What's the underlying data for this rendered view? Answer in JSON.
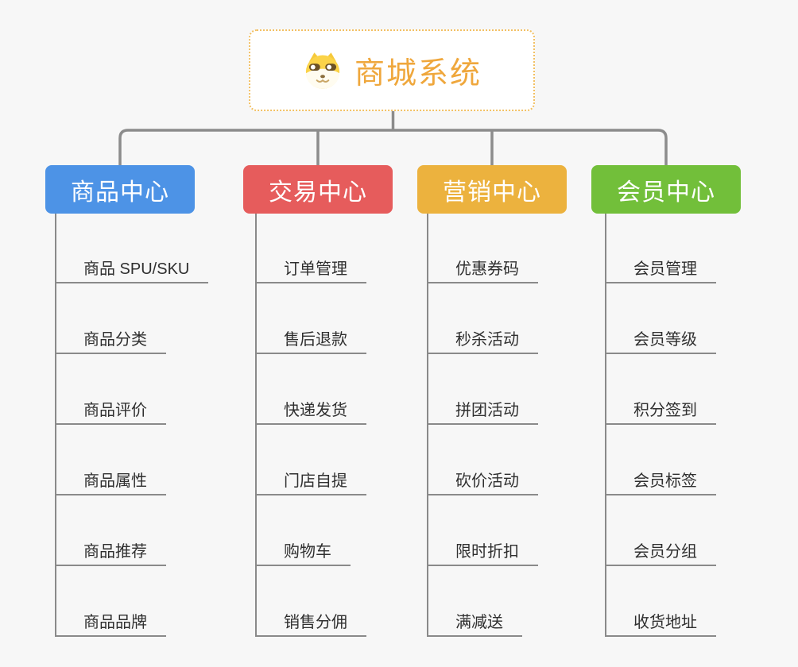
{
  "root": {
    "title": "商城系统",
    "icon": "shiba-dog-icon",
    "title_color": "#EFA73C",
    "border_color": "#F2C063"
  },
  "branches": [
    {
      "label": "商品中心",
      "color": "#4D93E6",
      "items": [
        "商品 SPU/SKU",
        "商品分类",
        "商品评价",
        "商品属性",
        "商品推荐",
        "商品品牌"
      ]
    },
    {
      "label": "交易中心",
      "color": "#E65C5C",
      "items": [
        "订单管理",
        "售后退款",
        "快递发货",
        "门店自提",
        "购物车",
        "销售分佣"
      ]
    },
    {
      "label": "营销中心",
      "color": "#ECB23E",
      "items": [
        "优惠券码",
        "秒杀活动",
        "拼团活动",
        "砍价活动",
        "限时折扣",
        "满减送"
      ]
    },
    {
      "label": "会员中心",
      "color": "#72BF3A",
      "items": [
        "会员管理",
        "会员等级",
        "积分签到",
        "会员标签",
        "会员分组",
        "收货地址"
      ]
    }
  ],
  "colors": {
    "background": "#F7F7F7",
    "connector": "#8C8C8C",
    "item_text": "#2F2F2F"
  }
}
